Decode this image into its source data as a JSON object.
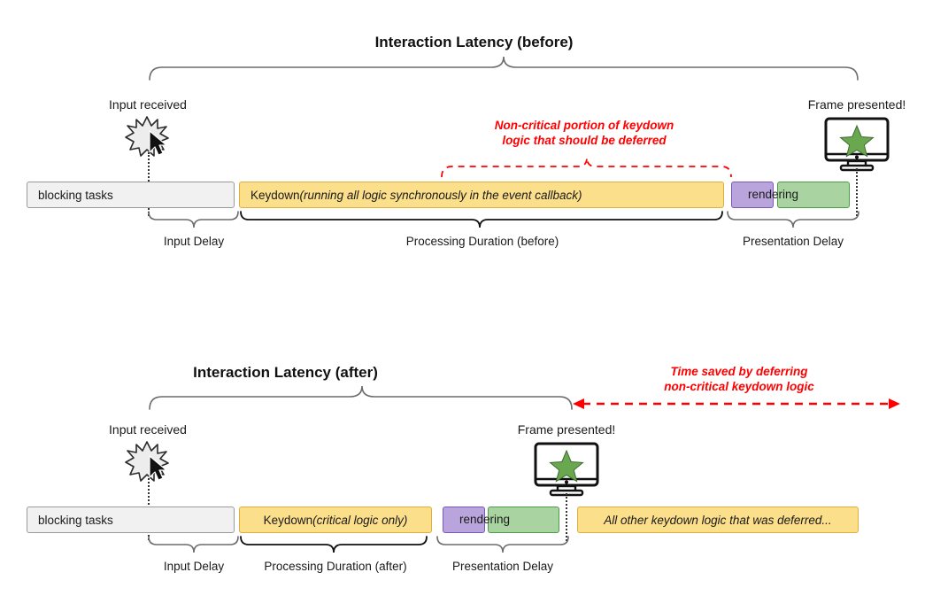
{
  "diagram": {
    "title_before": "Interaction Latency (before)",
    "title_after": "Interaction Latency (after)",
    "colors": {
      "blocking": "#f1f1f1",
      "blocking_border": "#9a9a9a",
      "keydown": "#fbdf8b",
      "keydown_border": "#e0ae3c",
      "rendering_purple": "#b9a4dc",
      "rendering_purple_border": "#7a58b8",
      "rendering_green": "#a9d4a1",
      "rendering_green_border": "#4f9b4a",
      "annotation_red": "#ff0000",
      "brace_gray": "#6b6b6b",
      "brace_black": "#111111",
      "star_green": "#6aa84f"
    }
  },
  "before": {
    "title": "Interaction Latency (before)",
    "input_event_label": "Input received",
    "frame_event_label": "Frame presented!",
    "annotation": "Non-critical portion of keydown\nlogic that should be deferred",
    "bars": {
      "blocking": "blocking tasks",
      "keydown_prefix": "Keydown ",
      "keydown_italic": "(running all logic synchronously in the event callback)",
      "rendering": "rendering"
    },
    "phases": [
      {
        "name": "Input Delay",
        "label": "Input Delay"
      },
      {
        "name": "Processing Duration (before)",
        "label": "Processing Duration (before)"
      },
      {
        "name": "Presentation Delay",
        "label": "Presentation Delay"
      }
    ]
  },
  "after": {
    "title": "Interaction Latency (after)",
    "input_event_label": "Input received",
    "frame_event_label": "Frame presented!",
    "annotation": "Time saved by deferring\nnon-critical keydown logic",
    "bars": {
      "blocking": "blocking tasks",
      "keydown_prefix": "Keydown ",
      "keydown_italic": "(critical logic only)",
      "rendering": "rendering",
      "deferred": "All other keydown logic that was deferred..."
    },
    "phases": [
      {
        "name": "Input Delay",
        "label": "Input Delay"
      },
      {
        "name": "Processing Duration (after)",
        "label": "Processing Duration (after)"
      },
      {
        "name": "Presentation Delay",
        "label": "Presentation Delay"
      }
    ]
  },
  "icons": {
    "burst": "burst-icon",
    "cursor": "cursor-icon",
    "monitor": "monitor-icon",
    "star": "star-icon"
  }
}
